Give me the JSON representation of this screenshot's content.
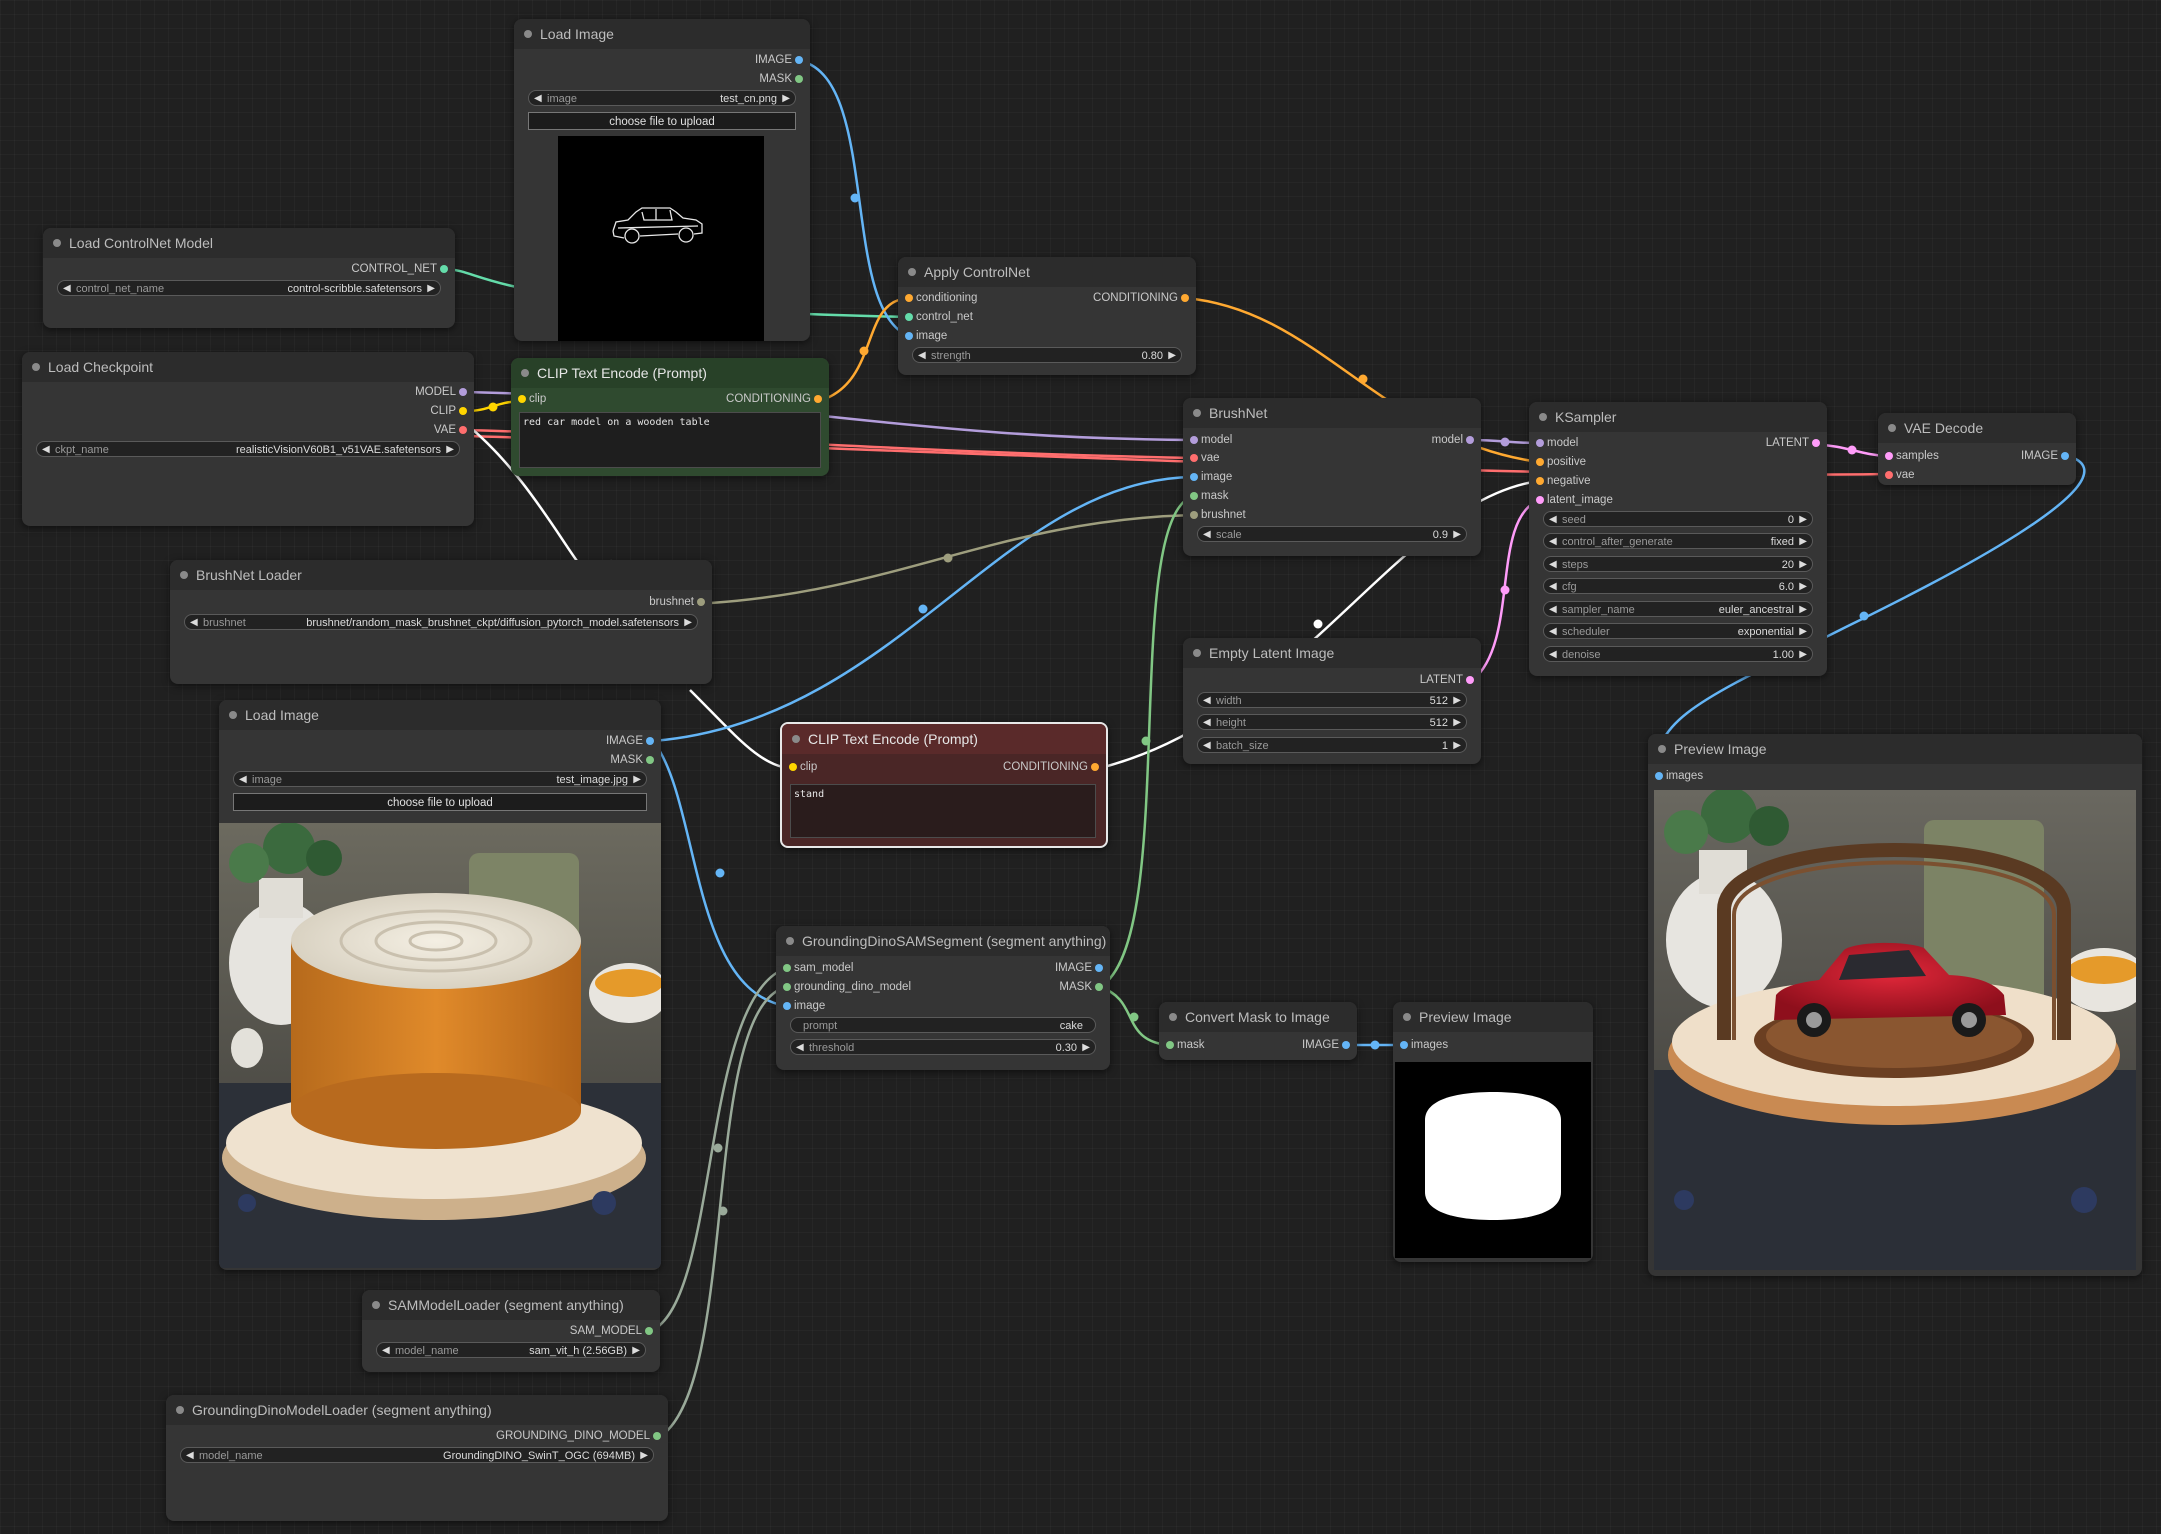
{
  "colors": {
    "model": "#b39ddb",
    "clip": "#ffd500",
    "vae": "#ff6e6e",
    "conditioning": "#ffa931",
    "control_net": "#64dcaa",
    "image": "#64b5f6",
    "mask": "#81c784",
    "latent": "#ff9cf9",
    "brushnet": "#9e9e7e",
    "generic": "#9aaa9a"
  },
  "nodes": {
    "load_image_cn": {
      "title": "Load Image",
      "outputs": [
        "IMAGE",
        "MASK"
      ],
      "image_label": "image",
      "image_value": "test_cn.png",
      "upload_label": "choose file to upload"
    },
    "load_controlnet": {
      "title": "Load ControlNet Model",
      "output": "CONTROL_NET",
      "w_label": "control_net_name",
      "w_value": "control-scribble.safetensors"
    },
    "apply_controlnet": {
      "title": "Apply ControlNet",
      "inputs": [
        "conditioning",
        "control_net",
        "image"
      ],
      "output": "CONDITIONING",
      "w_label": "strength",
      "w_value": "0.80"
    },
    "load_checkpoint": {
      "title": "Load Checkpoint",
      "outputs": [
        "MODEL",
        "CLIP",
        "VAE"
      ],
      "w_label": "ckpt_name",
      "w_value": "realisticVisionV60B1_v51VAE.safetensors"
    },
    "clip_pos": {
      "title": "CLIP Text Encode (Prompt)",
      "input": "clip",
      "output": "CONDITIONING",
      "text": "red car model on a wooden table"
    },
    "brushnet": {
      "title": "BrushNet",
      "inputs": [
        "model",
        "vae",
        "image",
        "mask",
        "brushnet"
      ],
      "output": "model",
      "w_label": "scale",
      "w_value": "0.9"
    },
    "ksampler": {
      "title": "KSampler",
      "inputs": [
        "model",
        "positive",
        "negative",
        "latent_image"
      ],
      "output": "LATENT",
      "widgets": [
        {
          "label": "seed",
          "value": "0"
        },
        {
          "label": "control_after_generate",
          "value": "fixed"
        },
        {
          "label": "steps",
          "value": "20"
        },
        {
          "label": "cfg",
          "value": "6.0"
        },
        {
          "label": "sampler_name",
          "value": "euler_ancestral"
        },
        {
          "label": "scheduler",
          "value": "exponential"
        },
        {
          "label": "denoise",
          "value": "1.00"
        }
      ]
    },
    "vae_decode": {
      "title": "VAE Decode",
      "inputs": [
        "samples",
        "vae"
      ],
      "output": "IMAGE"
    },
    "brushnet_loader": {
      "title": "BrushNet Loader",
      "output": "brushnet",
      "w_label": "brushnet",
      "w_value": "brushnet/random_mask_brushnet_ckpt/diffusion_pytorch_model.safetensors"
    },
    "empty_latent": {
      "title": "Empty Latent Image",
      "output": "LATENT",
      "widgets": [
        {
          "label": "width",
          "value": "512"
        },
        {
          "label": "height",
          "value": "512"
        },
        {
          "label": "batch_size",
          "value": "1"
        }
      ]
    },
    "load_image_main": {
      "title": "Load Image",
      "outputs": [
        "IMAGE",
        "MASK"
      ],
      "image_label": "image",
      "image_value": "test_image.jpg",
      "upload_label": "choose file to upload"
    },
    "clip_neg": {
      "title": "CLIP Text Encode (Prompt)",
      "input": "clip",
      "output": "CONDITIONING",
      "text": "stand"
    },
    "preview_main": {
      "title": "Preview Image",
      "input": "images"
    },
    "grounding_sam": {
      "title": "GroundingDinoSAMSegment (segment anything)",
      "inputs": [
        "sam_model",
        "grounding_dino_model",
        "image"
      ],
      "outputs": [
        "IMAGE",
        "MASK"
      ],
      "prompt_label": "prompt",
      "prompt_value": "cake",
      "threshold_label": "threshold",
      "threshold_value": "0.30"
    },
    "convert_mask": {
      "title": "Convert Mask to Image",
      "input": "mask",
      "output": "IMAGE"
    },
    "preview_mask": {
      "title": "Preview Image",
      "input": "images"
    },
    "sam_loader": {
      "title": "SAMModelLoader (segment anything)",
      "output": "SAM_MODEL",
      "w_label": "model_name",
      "w_value": "sam_vit_h (2.56GB)"
    },
    "dino_loader": {
      "title": "GroundingDinoModelLoader (segment anything)",
      "output": "GROUNDING_DINO_MODEL",
      "w_label": "model_name",
      "w_value": "GroundingDINO_SwinT_OGC (694MB)"
    }
  }
}
